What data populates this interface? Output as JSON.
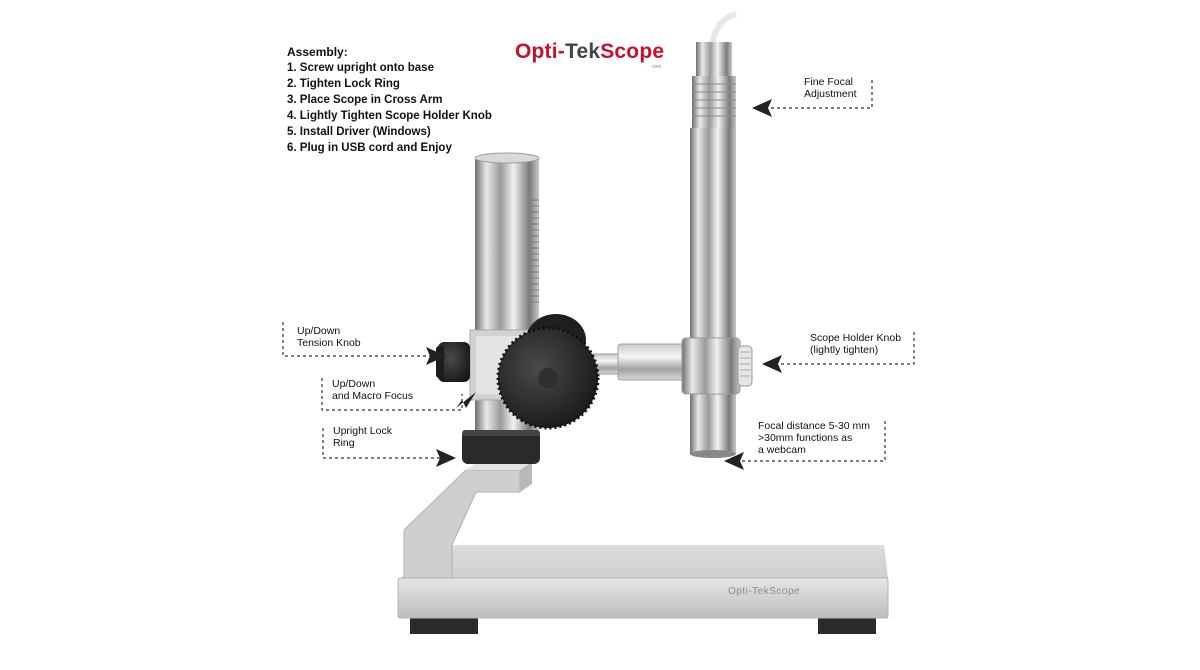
{
  "brand": {
    "prefix": "Opti-",
    "middle": "Tek",
    "suffix": "Scope",
    "small": "com"
  },
  "base_logo": "Opti-TekScope",
  "assembly": {
    "title": "Assembly:",
    "steps": [
      "1. Screw upright onto base",
      "2. Tighten Lock Ring",
      "3. Place Scope in Cross Arm",
      "4. Lightly Tighten Scope Holder Knob",
      "5. Install Driver (Windows)",
      "6. Plug in USB cord and Enjoy"
    ]
  },
  "callouts": {
    "fine_focal": {
      "line1": "Fine Focal",
      "line2": "Adjustment"
    },
    "tension": {
      "line1": "Up/Down",
      "line2": "Tension Knob"
    },
    "macro": {
      "line1": "Up/Down",
      "line2": "and Macro Focus"
    },
    "lock_ring": {
      "line1": "Upright Lock",
      "line2": "Ring"
    },
    "holder": {
      "line1": "Scope Holder Knob",
      "line2": "(lightly tighten)"
    },
    "focal": {
      "line1": "Focal distance 5-30 mm",
      "line2": ">30mm functions as",
      "line3": "a webcam"
    }
  }
}
